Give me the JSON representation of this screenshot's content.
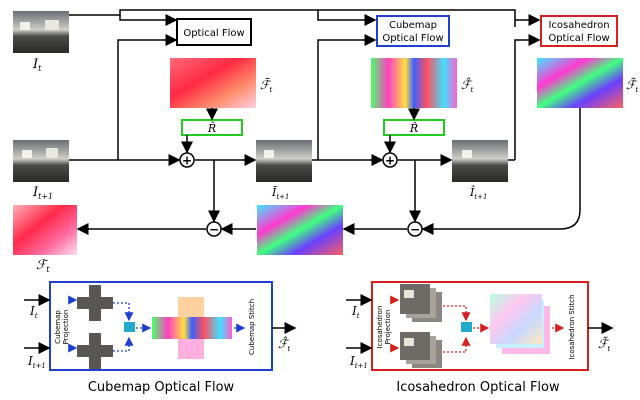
{
  "top_boxes": {
    "optical_flow": "Optical Flow",
    "cubemap": [
      "Cubemap",
      "Optical Flow"
    ],
    "icosahedron": [
      "Icosahedron",
      "Optical Flow"
    ]
  },
  "labels": {
    "I_t": "I",
    "I_t_sub": "t",
    "I_t1": "I",
    "I_t1_sub": "t+1",
    "F_t": "ℱ",
    "F_t_sub": "t",
    "F_bar": "ℱ̄",
    "F_bar_sub": "t",
    "F_hat": "ℱ̂",
    "F_hat_sub": "t",
    "F_tilde": "ℱ̃",
    "F_tilde_sub": "t",
    "I_bar": "Ī",
    "I_bar_sub": "t+1",
    "I_hat": "Î",
    "I_hat_sub": "t+1",
    "R_bar": "R̄",
    "R_hat": "R̂",
    "plus": "+",
    "minus": "−"
  },
  "bottom_left": {
    "projection": [
      "Cubemap",
      "Projection"
    ],
    "stitch": "Cubemap Stitch",
    "in1": "I",
    "in1_sub": "t",
    "in2": "I",
    "in2_sub": "t+1",
    "out": "ℱ̂",
    "out_sub": "t",
    "caption": "Cubemap Optical Flow"
  },
  "bottom_right": {
    "projection": [
      "Icosahedron",
      "Projection"
    ],
    "stitch": "Icosahedron Stitch",
    "in1": "I",
    "in1_sub": "t",
    "in2": "I",
    "in2_sub": "t+1",
    "out": "ℱ̃",
    "out_sub": "t",
    "caption": "Icosahedron Optical Flow"
  },
  "colors": {
    "blue": "#1f3fcf",
    "red": "#d42020",
    "green": "#22cc22",
    "badge": "#22aacc"
  }
}
